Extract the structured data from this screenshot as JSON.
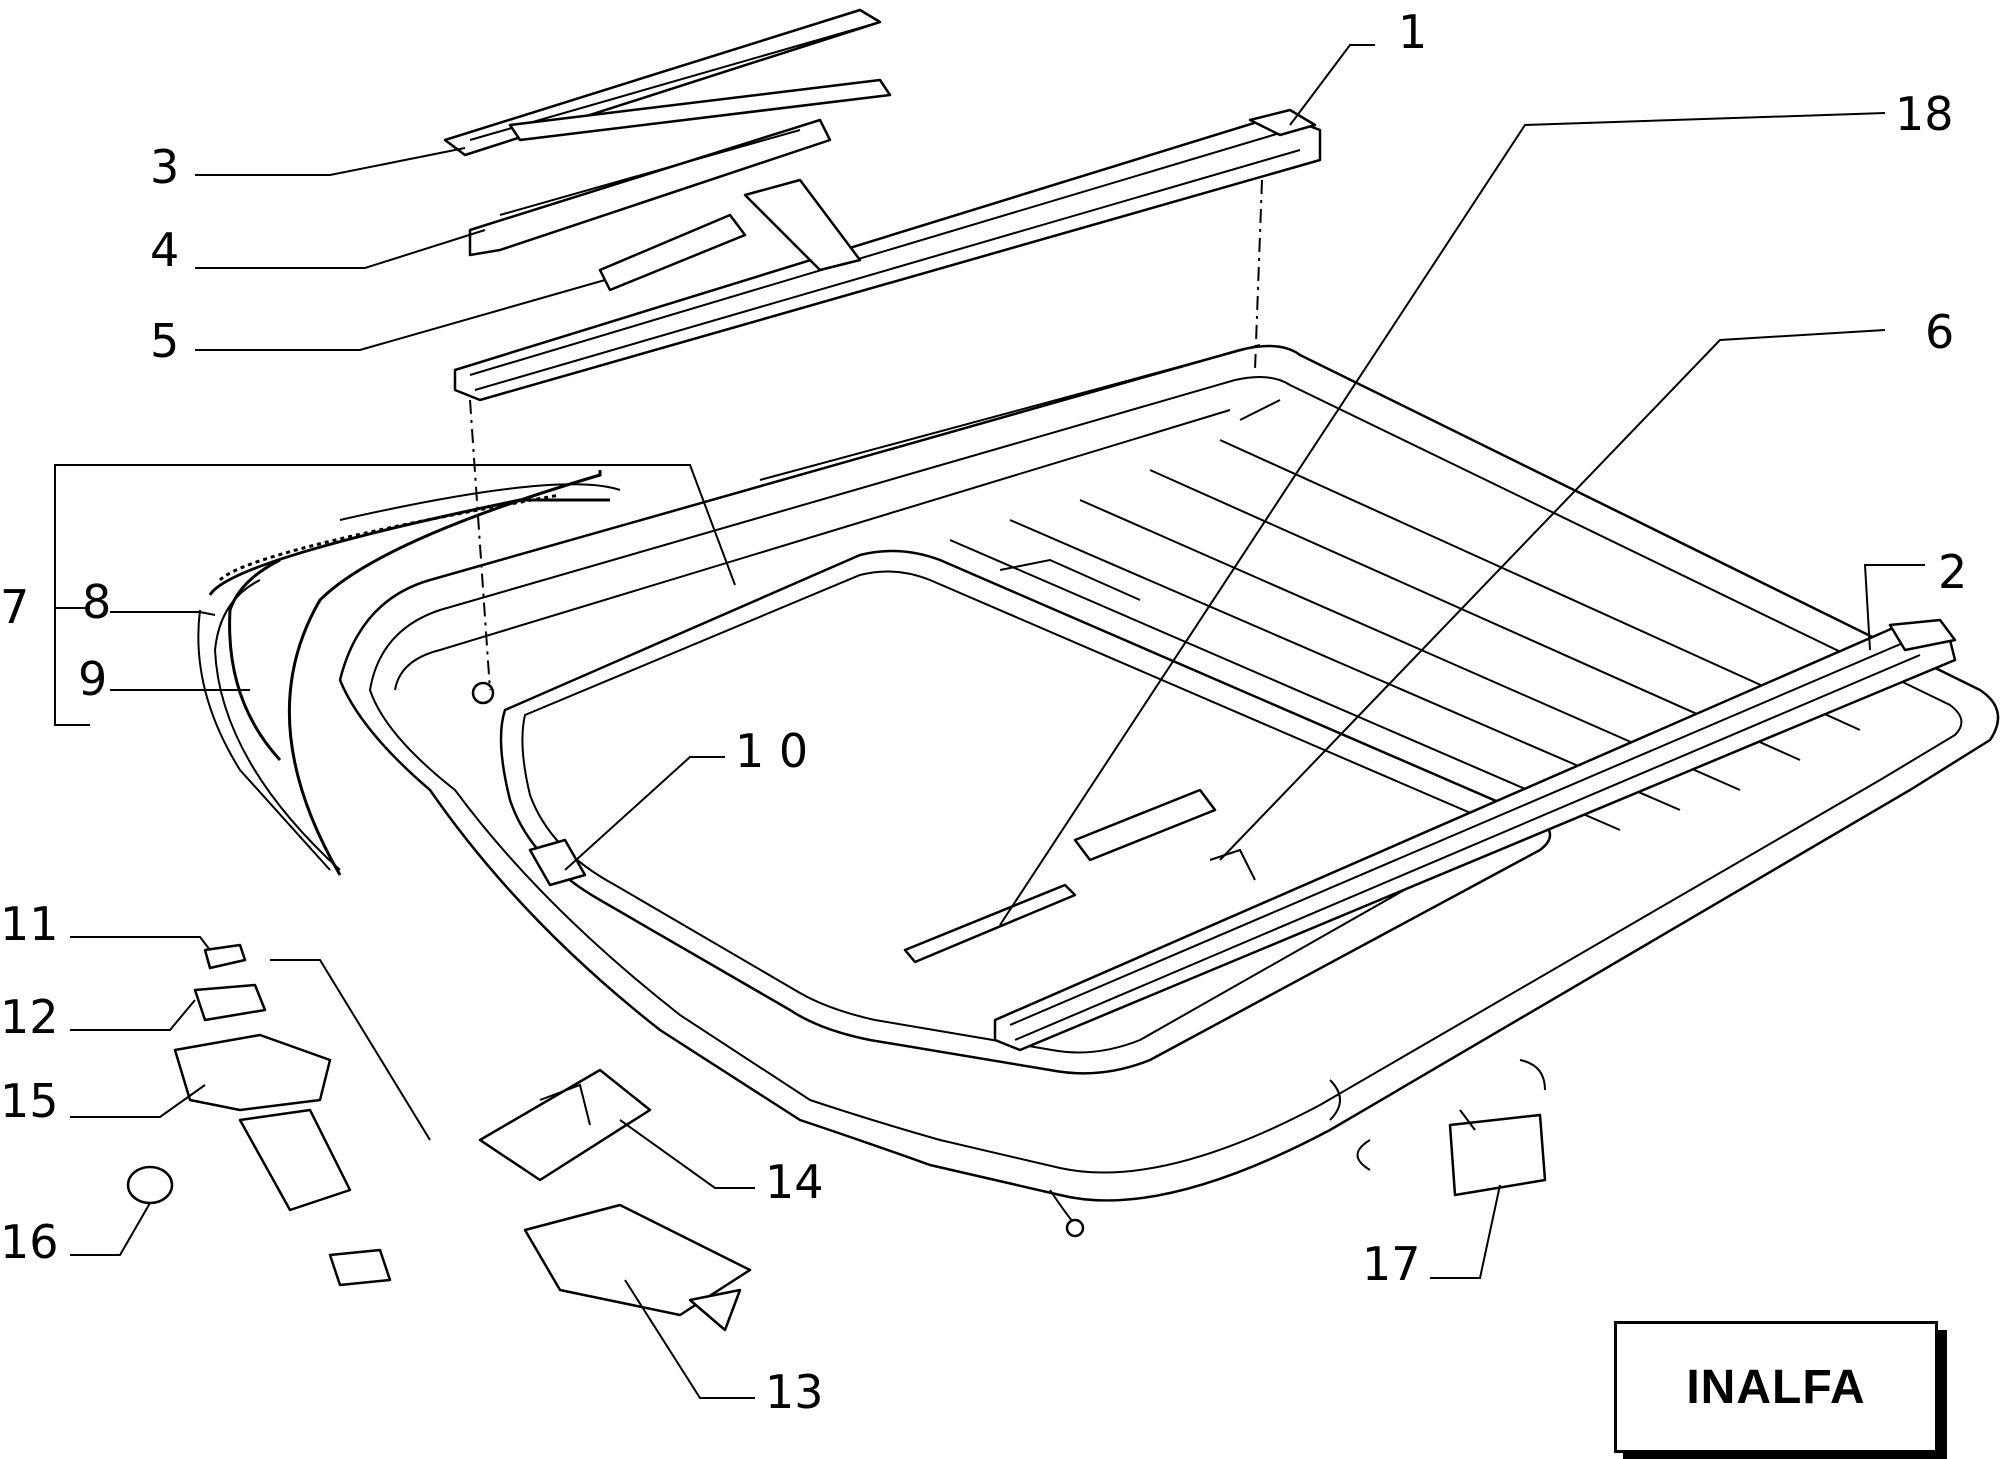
{
  "brand": "INALFA",
  "callouts": {
    "c1": "1",
    "c2": "2",
    "c3": "3",
    "c4": "4",
    "c5": "5",
    "c6": "6",
    "c7": "7",
    "c8": "8",
    "c9": "9",
    "c10": "1 0",
    "c11": "11",
    "c12": "12",
    "c13": "13",
    "c14": "14",
    "c15": "15",
    "c16": "16",
    "c17": "17",
    "c18": "18"
  }
}
